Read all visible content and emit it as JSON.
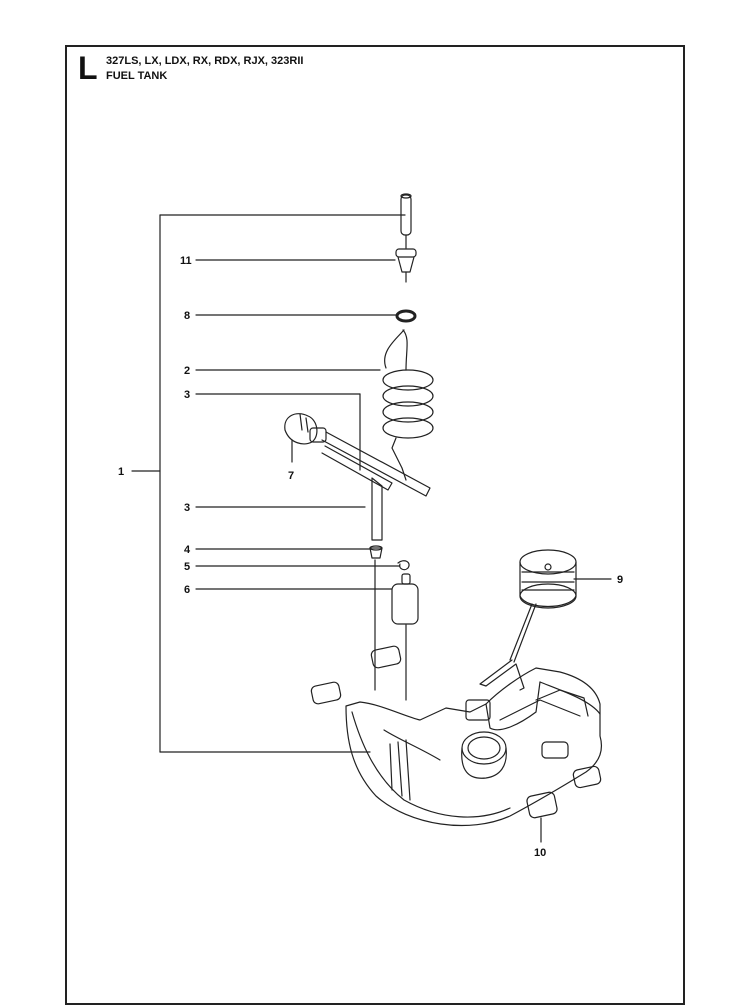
{
  "header": {
    "section_letter": "L",
    "models": "327LS, LX, LDX, RX, RDX, RJX, 323RII",
    "title": "FUEL TANK"
  },
  "callouts": [
    {
      "id": "c1",
      "label": "1"
    },
    {
      "id": "c11",
      "label": "11"
    },
    {
      "id": "c8",
      "label": "8"
    },
    {
      "id": "c2",
      "label": "2"
    },
    {
      "id": "c3a",
      "label": "3"
    },
    {
      "id": "c7",
      "label": "7"
    },
    {
      "id": "c3b",
      "label": "3"
    },
    {
      "id": "c4",
      "label": "4"
    },
    {
      "id": "c5",
      "label": "5"
    },
    {
      "id": "c6",
      "label": "6"
    },
    {
      "id": "c9",
      "label": "9"
    },
    {
      "id": "c10",
      "label": "10"
    }
  ]
}
